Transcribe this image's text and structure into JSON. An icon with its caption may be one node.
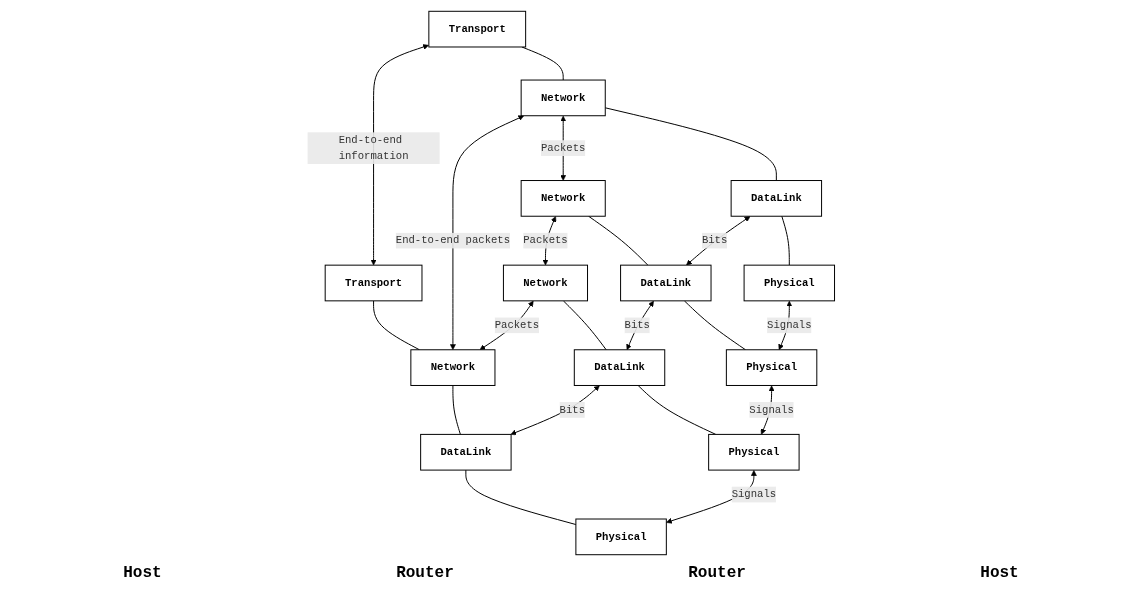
{
  "diagram": {
    "nodes": [
      {
        "text": [
          "Transport"
        ]
      },
      {
        "text": [
          "Transport"
        ]
      },
      {
        "text": [
          "Network"
        ]
      },
      {
        "text": [
          "Network"
        ]
      },
      {
        "text": [
          "Network"
        ]
      },
      {
        "text": [
          "Network"
        ]
      },
      {
        "text": [
          "DataLink"
        ]
      },
      {
        "text": [
          "DataLink"
        ]
      },
      {
        "text": [
          "DataLink"
        ]
      },
      {
        "text": [
          "DataLink"
        ]
      },
      {
        "text": [
          "Physical"
        ]
      },
      {
        "text": [
          "Physical"
        ]
      },
      {
        "text": [
          "Physical"
        ]
      },
      {
        "text": [
          "Physical"
        ]
      }
    ],
    "edges": [
      {
        "from": 0,
        "to": 1,
        "arrow": "both",
        "label": "End-to-end information"
      },
      {
        "from": 0,
        "to": 2,
        "arrow": "none"
      },
      {
        "from": 1,
        "to": 5,
        "arrow": "none"
      },
      {
        "from": 2,
        "to": 5,
        "arrow": "both",
        "label": "End-to-end packets"
      },
      {
        "from": 2,
        "to": 6,
        "arrow": "none"
      },
      {
        "from": 3,
        "to": 7,
        "arrow": "none"
      },
      {
        "from": 4,
        "to": 8,
        "arrow": "none"
      },
      {
        "from": 5,
        "to": 9,
        "arrow": "none"
      },
      {
        "from": 2,
        "to": 3,
        "arrow": "both",
        "label": "Packets"
      },
      {
        "from": 3,
        "to": 4,
        "arrow": "both",
        "label": "Packets"
      },
      {
        "from": 4,
        "to": 5,
        "arrow": "both",
        "label": "Packets"
      },
      {
        "from": 6,
        "to": 10,
        "arrow": "none"
      },
      {
        "from": 7,
        "to": 11,
        "arrow": "none"
      },
      {
        "from": 8,
        "to": 12,
        "arrow": "none"
      },
      {
        "from": 9,
        "to": 13,
        "arrow": "none"
      },
      {
        "from": 6,
        "to": 7,
        "arrow": "both",
        "label": "Bits"
      },
      {
        "from": 7,
        "to": 8,
        "arrow": "both",
        "label": "Bits"
      },
      {
        "from": 8,
        "to": 9,
        "arrow": "both",
        "label": "Bits"
      },
      {
        "from": 10,
        "to": 11,
        "arrow": "both",
        "label": "Signals"
      },
      {
        "from": 11,
        "to": 12,
        "arrow": "both",
        "label": "Signals"
      },
      {
        "from": 12,
        "to": 13,
        "arrow": "both",
        "label": "Signals"
      }
    ],
    "labels": [
      "Host",
      "Router",
      "Router",
      "Host"
    ]
  }
}
